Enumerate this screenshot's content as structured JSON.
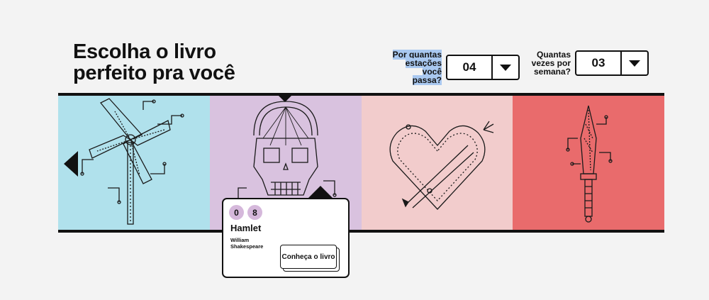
{
  "page": {
    "title": "Escolha o livro perfeito pra você"
  },
  "controls": {
    "stations": {
      "label": "Por quantas estações você passa?",
      "value": "04",
      "highlight_color": "#a9c8f0"
    },
    "times": {
      "label": "Quantas vezes por semana?",
      "value": "03"
    }
  },
  "panels": [
    {
      "icon": "pinwheel-icon",
      "bg": "#b0e1ec"
    },
    {
      "icon": "skull-icon",
      "bg": "#d9c2df"
    },
    {
      "icon": "broken-heart-icon",
      "bg": "#f2cccc"
    },
    {
      "icon": "dagger-icon",
      "bg": "#e96b6c"
    }
  ],
  "card": {
    "digits": [
      "0",
      "8"
    ],
    "title": "Hamlet",
    "author": "William Shakespeare",
    "button_label": "Conheça o livro"
  }
}
